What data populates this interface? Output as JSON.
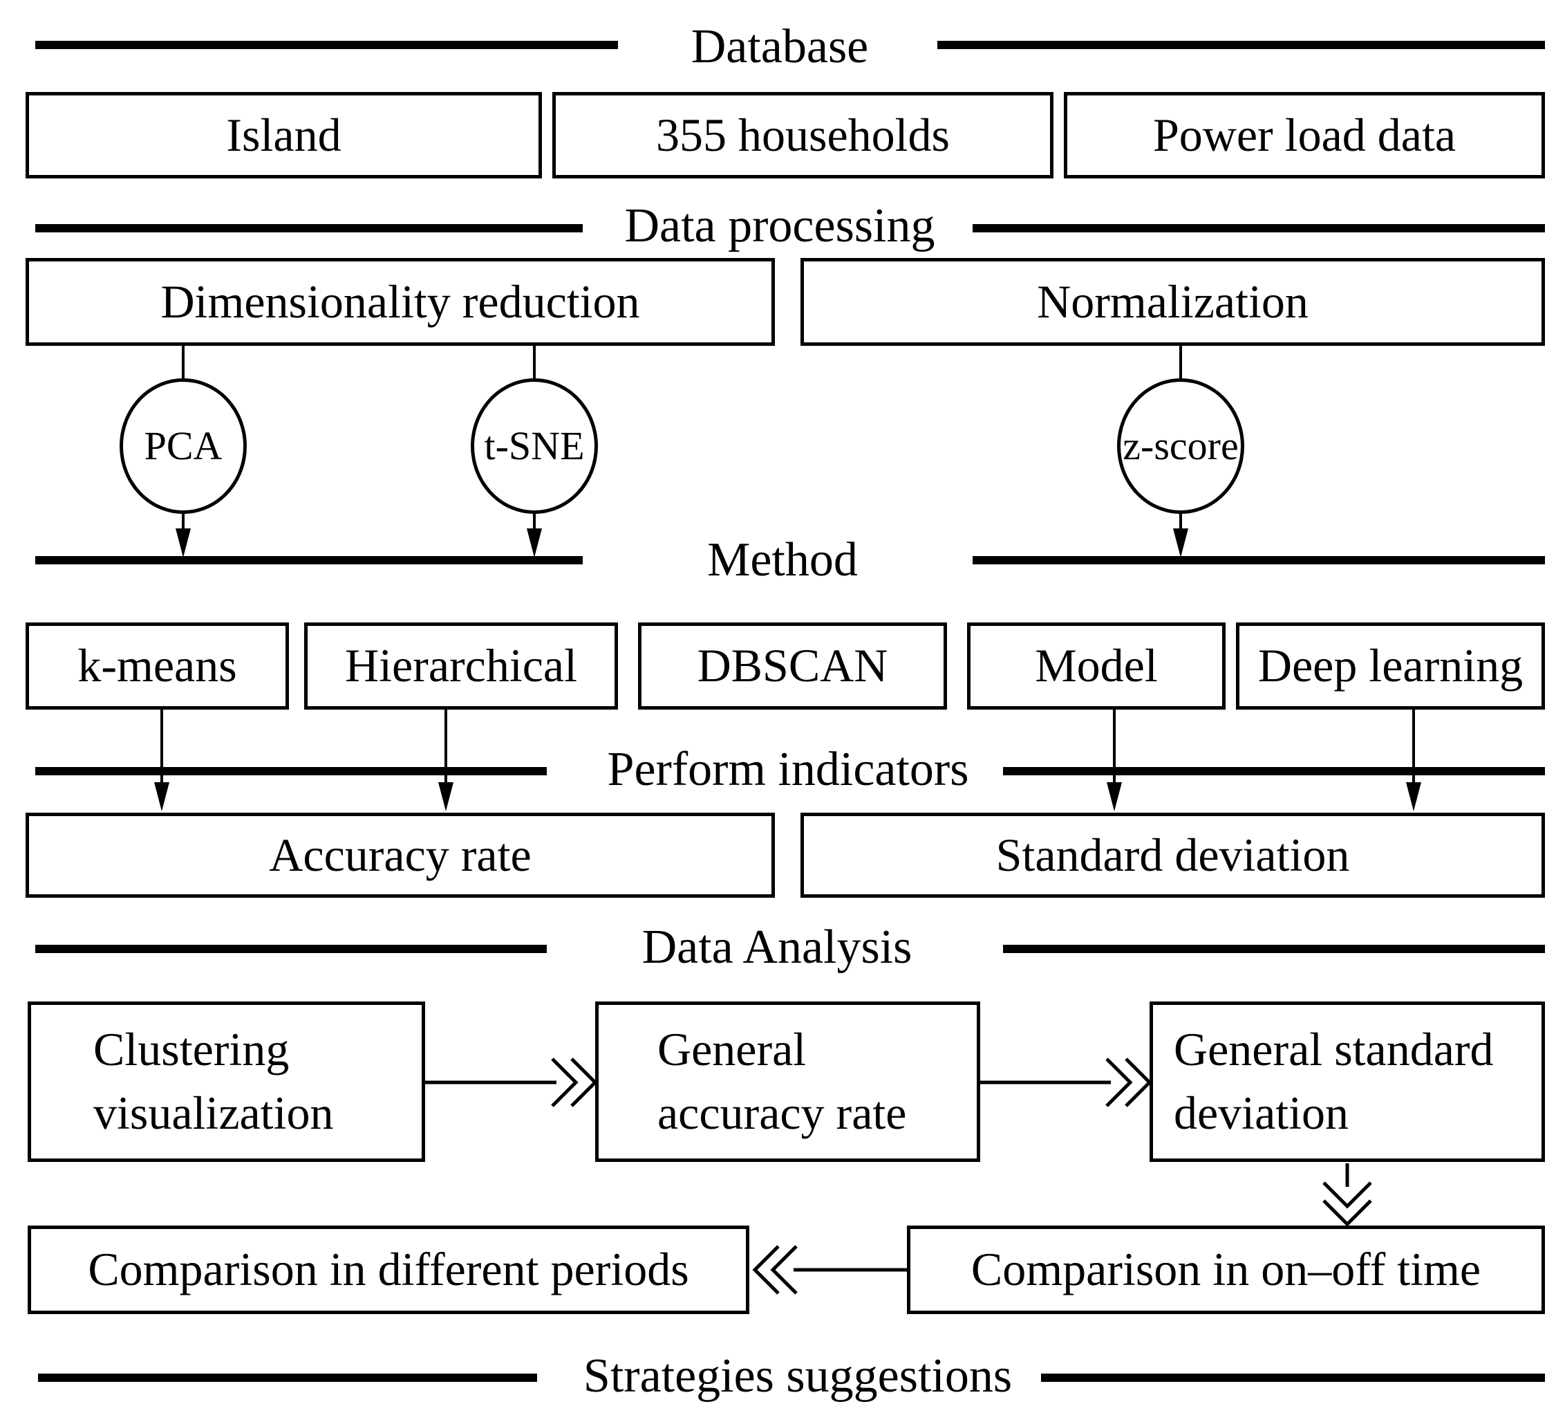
{
  "colors": {
    "ink": "#000000",
    "paper": "#ffffff"
  },
  "headers": {
    "database": "Database",
    "data_processing": "Data processing",
    "method": "Method",
    "perform_indicators": "Perform indicators",
    "data_analysis": "Data Analysis",
    "strategies": "Strategies suggestions"
  },
  "database_row": {
    "island": "Island",
    "households": "355 households",
    "power_load": "Power load data"
  },
  "processing_row": {
    "dimensionality_reduction": "Dimensionality reduction",
    "normalization": "Normalization"
  },
  "techniques": {
    "pca": "PCA",
    "tsne": "t-SNE",
    "zscore": "z-score"
  },
  "method_row": {
    "kmeans": "k-means",
    "hierarchical": "Hierarchical",
    "dbscan": "DBSCAN",
    "model": "Model",
    "deep_learning": "Deep learning"
  },
  "indicator_row": {
    "accuracy_rate": "Accuracy rate",
    "standard_deviation": "Standard deviation"
  },
  "analysis_row": {
    "clustering_visualization": "Clustering\nvisualization",
    "general_accuracy_rate": "General\naccuracy rate",
    "general_standard_deviation": "General standard\ndeviation"
  },
  "comparison_row": {
    "different_periods": "Comparison in different periods",
    "on_off_time": "Comparison in on–off time"
  }
}
